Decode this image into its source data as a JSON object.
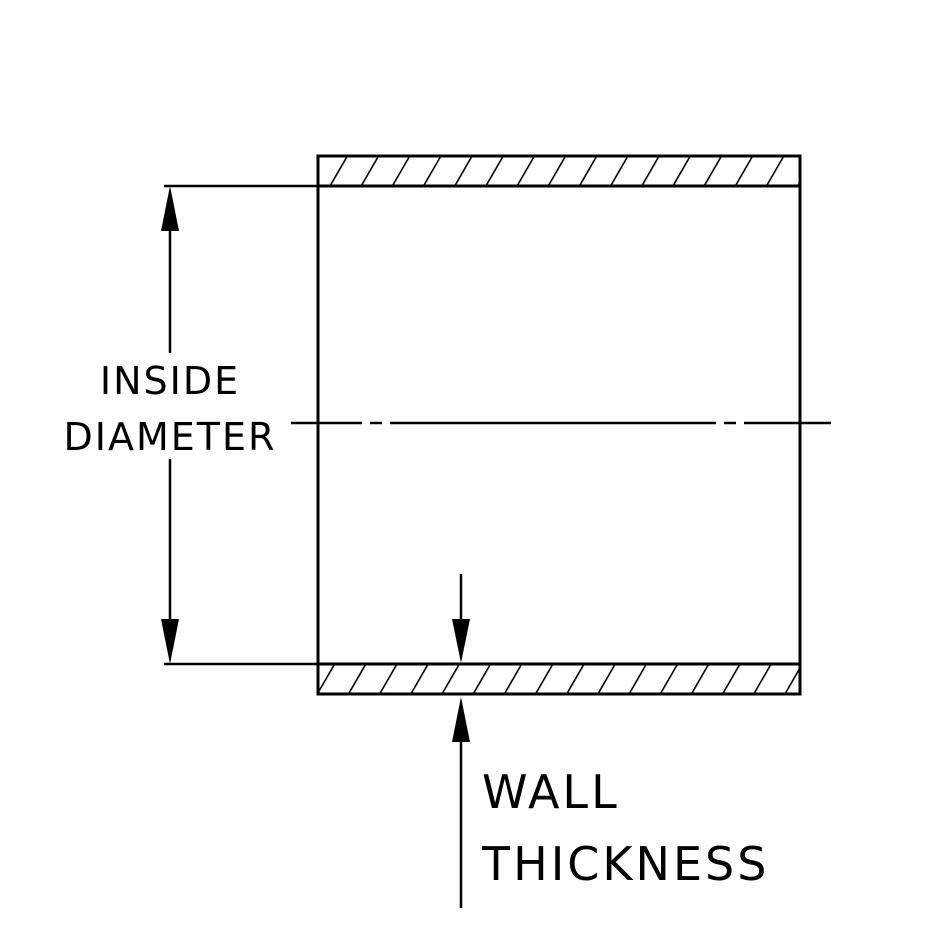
{
  "diagram": {
    "labels": {
      "inside_diameter_line1": "INSIDE",
      "inside_diameter_line2": "DIAMETER",
      "wall_thickness_line1": "WALL",
      "wall_thickness_line2": "THICKNESS"
    },
    "colors": {
      "ink": "#000000",
      "background": "#ffffff"
    }
  }
}
